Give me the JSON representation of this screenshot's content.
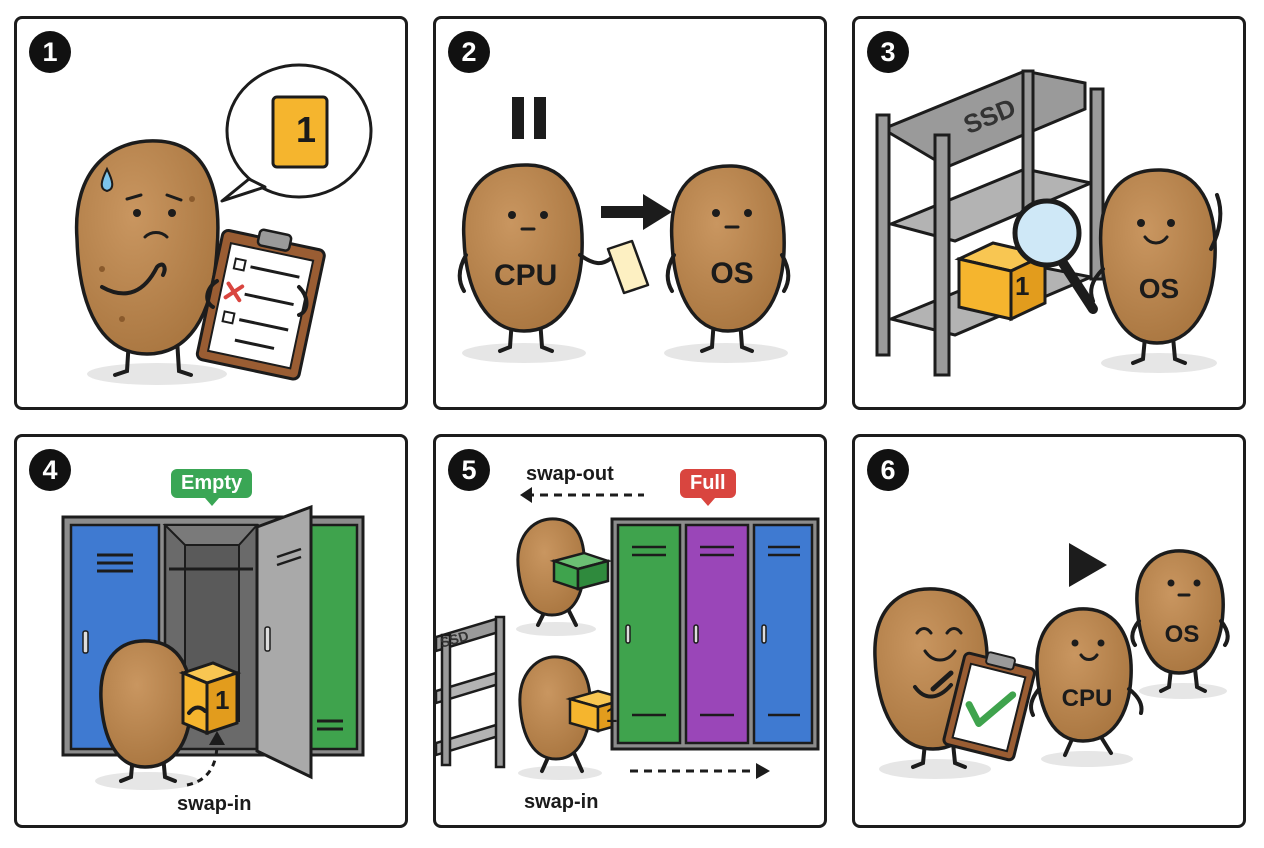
{
  "panels": [
    {
      "number": "1",
      "bubble_text": "1"
    },
    {
      "number": "2",
      "cpu_label": "CPU",
      "os_label": "OS"
    },
    {
      "number": "3",
      "shelf_label": "SSD",
      "box_label": "1",
      "os_label": "OS"
    },
    {
      "number": "4",
      "tag_label": "Empty",
      "box_label": "1",
      "swap_label": "swap-in"
    },
    {
      "number": "5",
      "swap_out_label": "swap-out",
      "tag_label": "Full",
      "shelf_label": "SSD",
      "box_label": "1",
      "swap_in_label": "swap-in"
    },
    {
      "number": "6",
      "cpu_label": "CPU",
      "os_label": "OS"
    }
  ],
  "colors": {
    "potato": "#b98550",
    "outline": "#1c1c1c",
    "box": "#f5b52e",
    "empty_tag": "#3aa655",
    "full_tag": "#d9453f",
    "locker_blue": "#3f7ad1",
    "locker_green": "#3fa34d",
    "locker_purple": "#9a46b8",
    "locker_gray": "#9a9a9a"
  },
  "icons": [
    "speech-bubble-icon",
    "clipboard-icon",
    "pause-icon",
    "arrow-right-icon",
    "paper-icon",
    "magnifier-icon",
    "box-icon",
    "play-icon",
    "checkmark-icon"
  ]
}
